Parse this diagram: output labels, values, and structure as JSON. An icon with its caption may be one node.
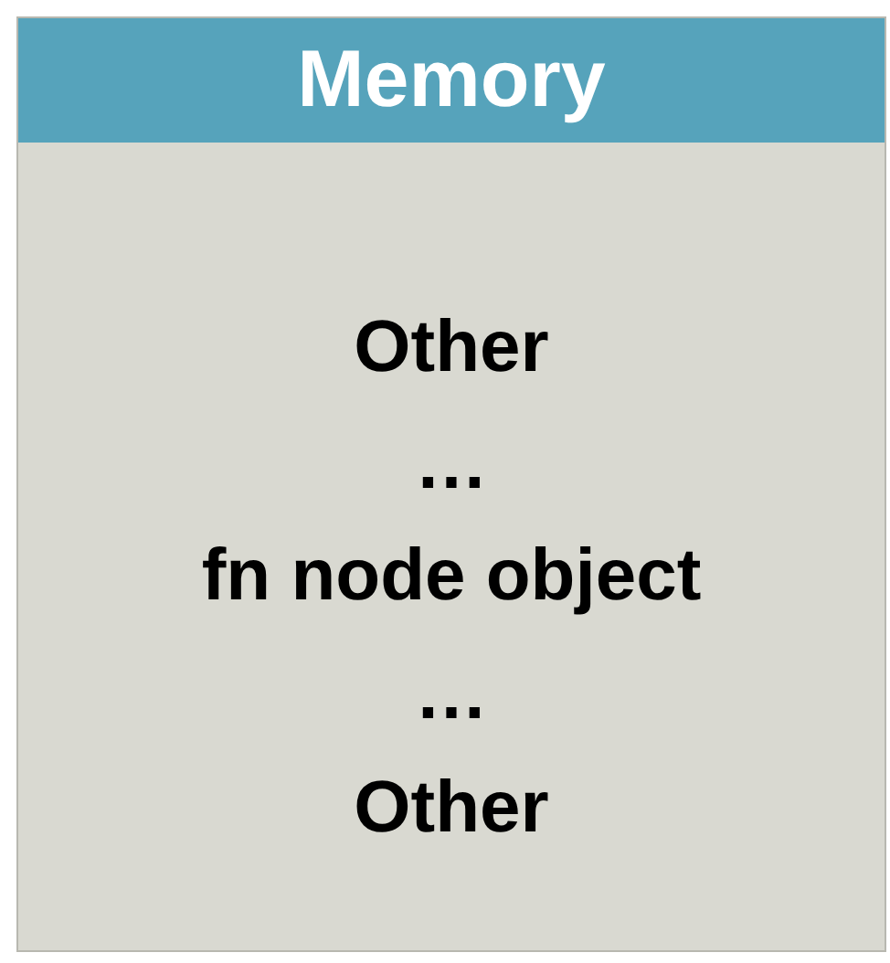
{
  "diagram": {
    "nodes": [
      {
        "text": [
          "Memory",
          "Other",
          "…",
          "fn node object",
          "…",
          "Other"
        ]
      }
    ]
  }
}
